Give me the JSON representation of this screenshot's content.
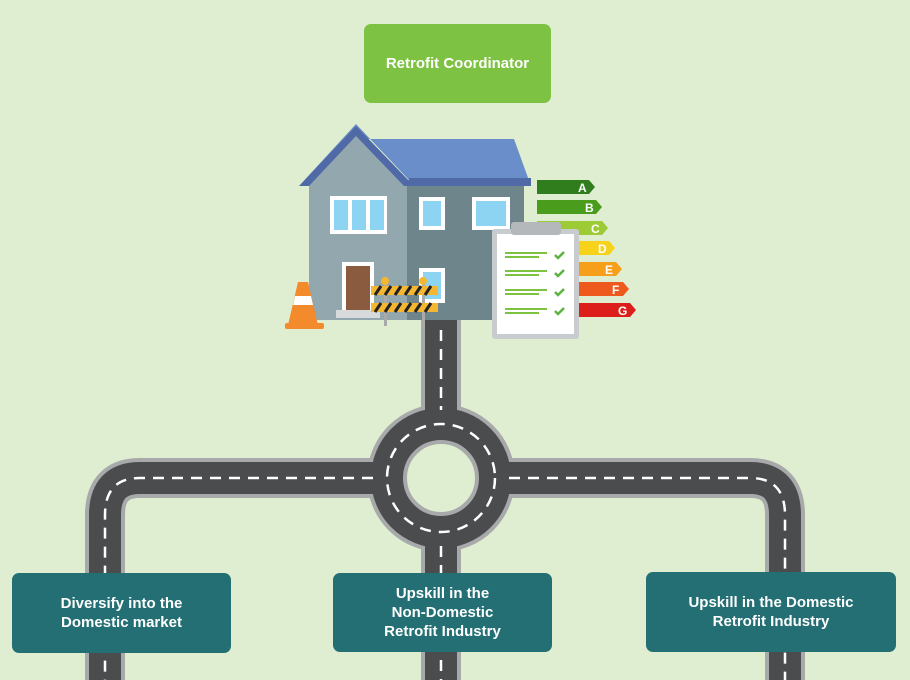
{
  "coordinator": {
    "label": "Retrofit Coordinator"
  },
  "pathways": [
    {
      "label": "Diversify into the\nDomestic market"
    },
    {
      "label": "Upskill in the\nNon-Domestic\nRetrofit Industry"
    },
    {
      "label": "Upskill in the Domestic\nRetrofit Industry"
    }
  ],
  "energy_ratings": [
    "A",
    "B",
    "C",
    "D",
    "E",
    "F",
    "G"
  ],
  "colors": {
    "coordinator": "#7dc242",
    "pathway": "#236f73",
    "background": "#dfedd0"
  }
}
